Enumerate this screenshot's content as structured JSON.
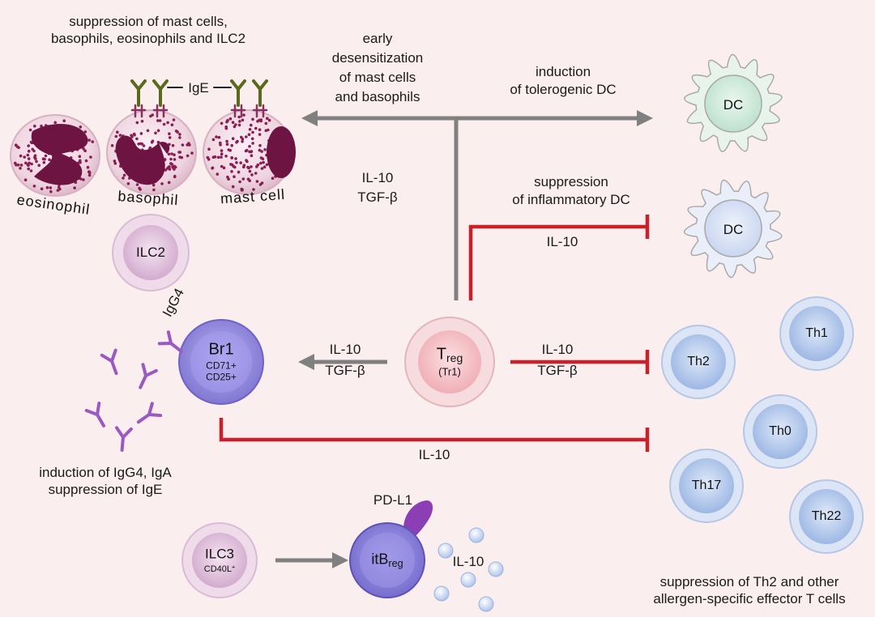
{
  "labels": {
    "top_left_line1": "suppression of mast cells,",
    "top_left_line2": "basophils, eosinophils and ILC2",
    "early_line1": "early",
    "early_line2": "desensitization",
    "early_line3": "of mast cells",
    "early_line4": "and basophils",
    "induction_line1": "induction",
    "induction_line2": "of tolerogenic DC",
    "il10_center": "IL-10",
    "tgfb_center": "TGF-β",
    "supp_infl_line1": "suppression",
    "supp_infl_line2": "of inflammatory DC",
    "il10_dc": "IL-10",
    "ige": "IgE",
    "igg4": "IgG4",
    "il10_left": "IL-10",
    "tgfb_left": "TGF-β",
    "il10_right": "IL-10",
    "tgfb_right": "TGF-β",
    "il10_bottom": "IL-10",
    "induction_igg4_line1": "induction of IgG4, IgA",
    "induction_igg4_line2": "suppression of IgE",
    "pdl1": "PD-L1",
    "il10_itbreg": "IL-10",
    "supp_th2_line1": "suppression of Th2 and other",
    "supp_th2_line2": "allergen-specific effector T cells"
  },
  "cells": {
    "eosinophil": "eosinophil",
    "basophil": "basophil",
    "mast_cell": "mast cell",
    "ilc2": "ILC2",
    "dc_tolerogenic": "DC",
    "dc_inflammatory": "DC",
    "br1_name": "Br1",
    "br1_marker1": "CD71+",
    "br1_marker2": "CD25+",
    "treg_main": "T",
    "treg_sub": "reg",
    "treg_type": "(Tr1)",
    "th2": "Th2",
    "th1": "Th1",
    "th0": "Th0",
    "th17": "Th17",
    "th22": "Th22",
    "ilc3": "ILC3",
    "ilc3_marker": "CD40L",
    "ilc3_marker_sup": "+",
    "itbreg_main": "itB",
    "itbreg_sub": "reg"
  },
  "colors": {
    "background": "#fbeeee",
    "activation_arrow": "#808080",
    "suppression_line": "#cc1f2a",
    "granulocyte": "#7a1848",
    "dc_green": "#c7e6d4",
    "dc_blue": "#d9e3f3",
    "t_cell": "#a9c2ea",
    "br1": "#8a82d8",
    "antibody": "#9b59c2"
  }
}
